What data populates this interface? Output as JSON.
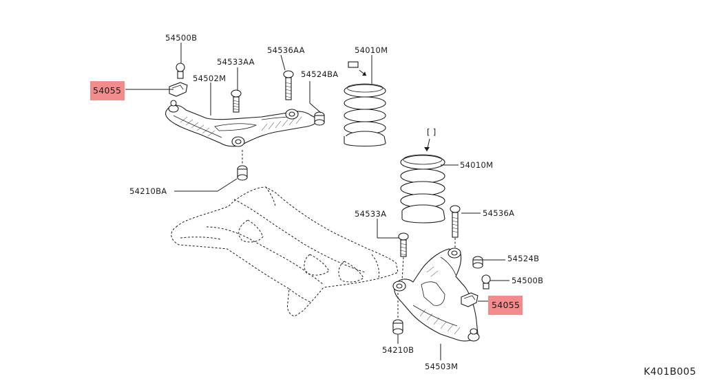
{
  "diagram": {
    "highlight_color": "#f28b8b",
    "labels": {
      "upper_bracket_bolt": "54500B",
      "upper_bracket_hl": "54055",
      "upper_arm": "54502M",
      "upper_bolt": "54533AA",
      "upper_long_bolt": "54536AA",
      "upper_bushing": "54524BA",
      "upper_spring": "54010M",
      "upper_nut": "54210BA",
      "lower_spring": "54010M",
      "lower_bolt": "54533A",
      "lower_long_bolt": "54536A",
      "lower_bushing": "54524B",
      "lower_bracket_bolt": "54500B",
      "lower_bracket_hl": "54055",
      "lower_nut": "54210B",
      "lower_arm": "54503M"
    },
    "reference_code": "K401B005"
  }
}
